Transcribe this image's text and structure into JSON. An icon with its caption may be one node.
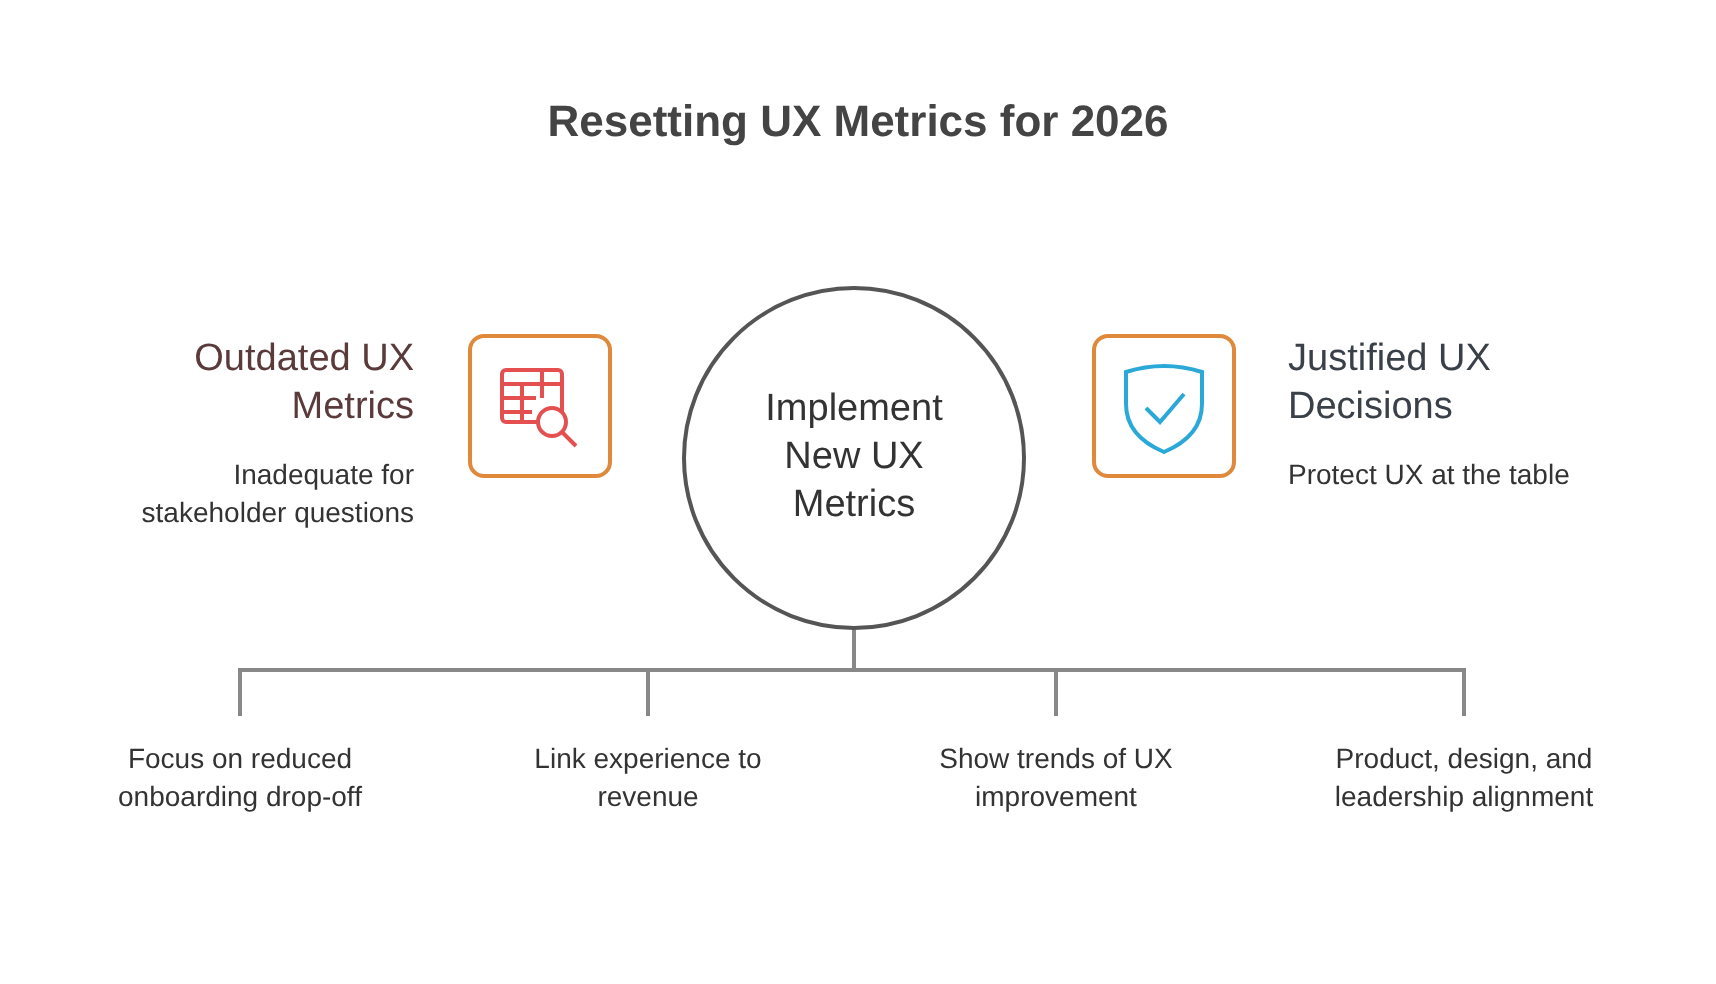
{
  "diagram": {
    "title": "Resetting UX Metrics for 2026",
    "nodes": [
      {
        "text": [
          "Implement New UX Metrics"
        ]
      },
      {
        "text": [],
        "shape": "box",
        "beside": [
          "Outdated UX Metrics",
          "Inadequate for stakeholder questions"
        ]
      },
      {
        "text": [],
        "shape": "box",
        "beside": [
          "Justified UX Decisions",
          "Protect UX at the table"
        ]
      },
      {
        "text": [
          "Focus on reduced onboarding drop-off"
        ]
      },
      {
        "text": [
          "Link experience to revenue"
        ]
      },
      {
        "text": [
          "Show trends of UX improvement"
        ]
      },
      {
        "text": [
          "Product, design, and leadership alignment"
        ]
      }
    ],
    "edges": [
      {
        "from": 0,
        "to": 3,
        "arrow": "none"
      },
      {
        "from": 0,
        "to": 4,
        "arrow": "none"
      },
      {
        "from": 0,
        "to": 5,
        "arrow": "none"
      },
      {
        "from": 0,
        "to": 6,
        "arrow": "none"
      }
    ]
  }
}
